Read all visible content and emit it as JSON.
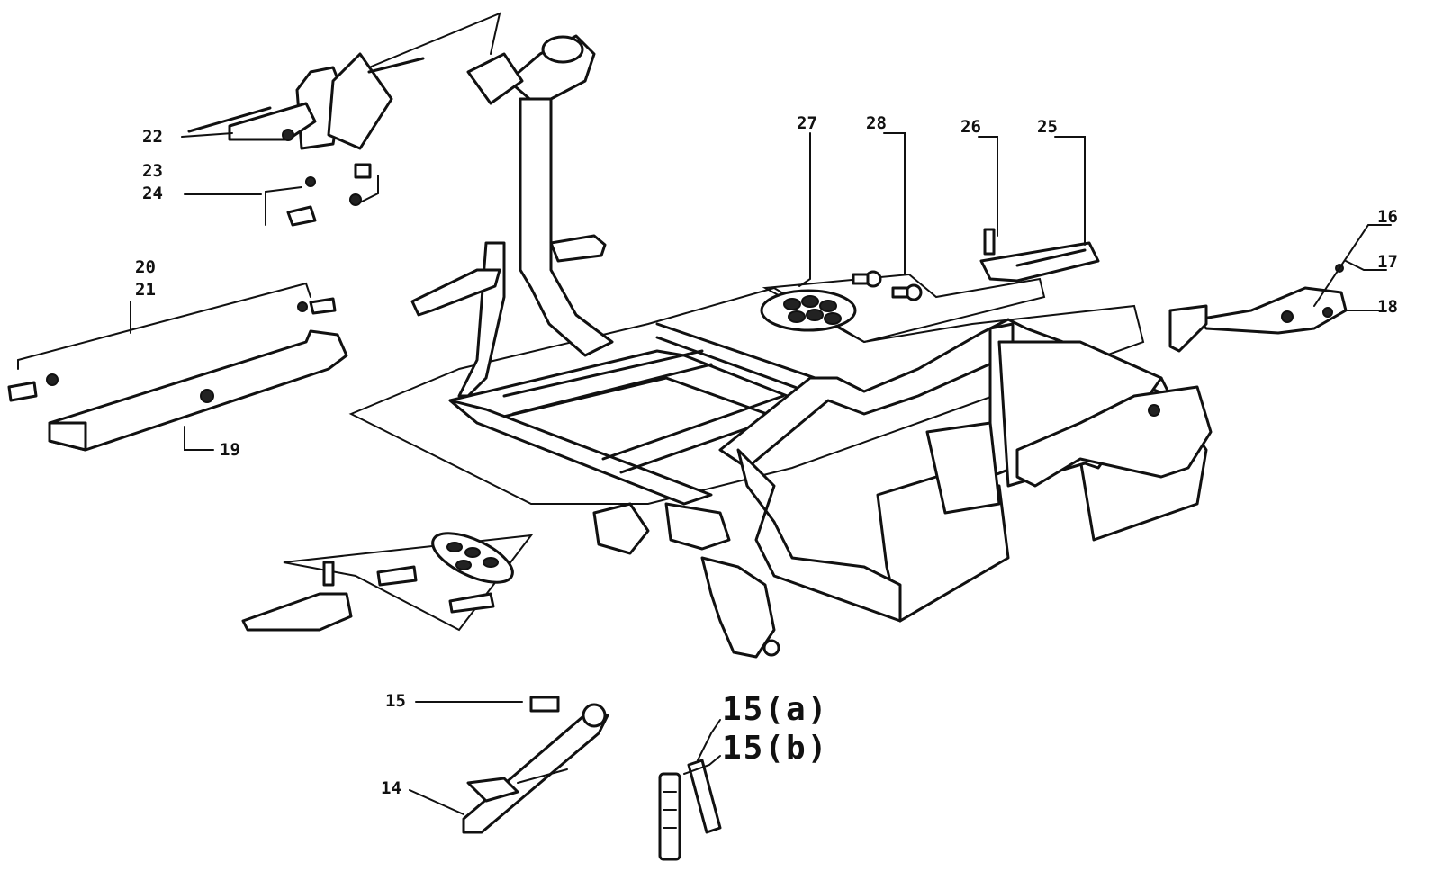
{
  "labels": {
    "l14": "14",
    "l15": "15",
    "l15a": "15(a)",
    "l15b": "15(b)",
    "l16": "16",
    "l17": "17",
    "l18": "18",
    "l19": "19",
    "l20": "20",
    "l21": "21",
    "l22": "22",
    "l23": "23",
    "l24": "24",
    "l25": "25",
    "l26": "26",
    "l27": "27",
    "l28": "28"
  }
}
